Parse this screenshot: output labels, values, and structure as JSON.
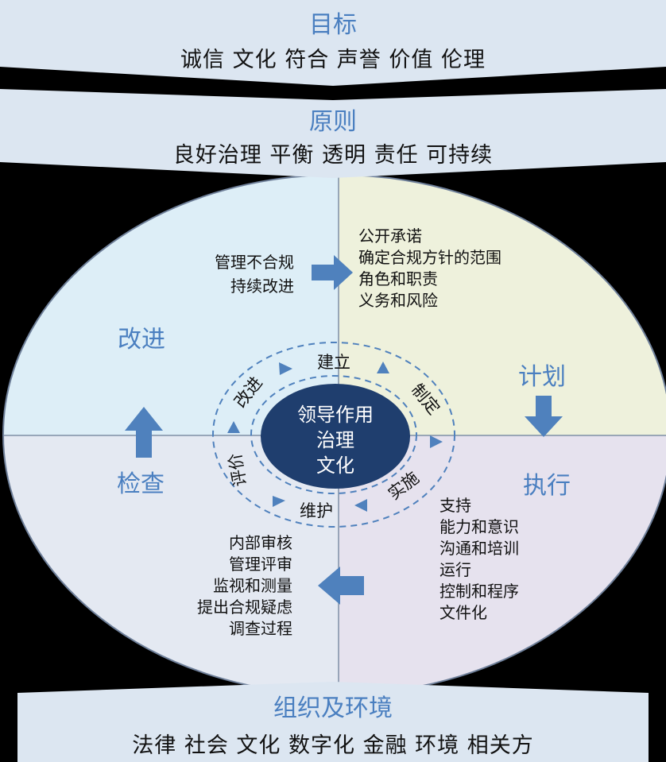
{
  "top": {
    "title": "目标",
    "text": "诚信 文化 符合 声誉 价值 伦理"
  },
  "principle": {
    "title": "原则",
    "text": "良好治理 平衡 透明 责任 可持续"
  },
  "quadrants": {
    "improve": {
      "label": "改进",
      "lines": [
        "管理不合规",
        "持续改进"
      ]
    },
    "plan": {
      "label": "计划",
      "lines": [
        "公开承诺",
        "确定合规方针的范围",
        "角色和职责",
        "义务和风险"
      ]
    },
    "do": {
      "label": "执行",
      "lines": [
        "支持",
        "能力和意识",
        "沟通和培训",
        "运行",
        "控制和程序",
        "文件化"
      ]
    },
    "check": {
      "label": "检查",
      "lines": [
        "内部审核",
        "管理评审",
        "监视和测量",
        "提出合规疑虑",
        "调查过程"
      ]
    }
  },
  "ring": [
    "建立",
    "制定",
    "实施",
    "维护",
    "评价",
    "改进"
  ],
  "core": [
    "领导作用",
    "治理",
    "文化"
  ],
  "bottom": {
    "title": "组织及环境",
    "text": "法律 社会 文化 数字化 金融 环境 相关方"
  },
  "colors": {
    "band": "#dce6f1",
    "improve": "#ddeef7",
    "plan": "#eef1dc",
    "do": "#e6e2ee",
    "check": "#e4e9f2",
    "arrow": "#4f81bd",
    "core": "#1f3e6e",
    "label": "#4a7fc0"
  }
}
